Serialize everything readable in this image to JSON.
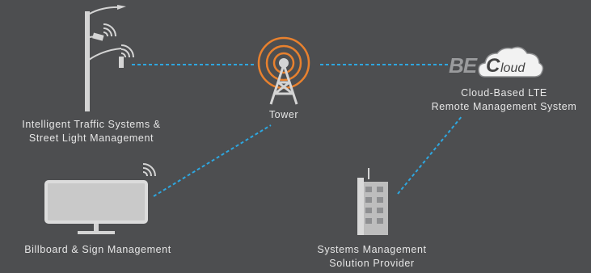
{
  "colors": {
    "background": "#4d4e50",
    "link_dash": "#2ea7e0",
    "tower_rings": "#e8812e",
    "device_fill": "#d4d4d4",
    "label_text": "#e6e6e6"
  },
  "nodes": {
    "traffic": {
      "icon": "street-light-icon",
      "label_lines": [
        "Intelligent Traffic Systems &",
        "Street Light Management"
      ]
    },
    "tower": {
      "icon": "cell-tower-icon",
      "label": "Tower"
    },
    "cloud": {
      "icon": "cloud-logo-icon",
      "logo_prefix": "BE",
      "logo_cloud_text": "loud",
      "label_lines": [
        "Cloud-Based LTE",
        "Remote Management System"
      ]
    },
    "billboard": {
      "icon": "billboard-icon",
      "label": "Billboard & Sign Management"
    },
    "provider": {
      "icon": "building-icon",
      "label_lines": [
        "Systems Management",
        "Solution Provider"
      ]
    }
  }
}
